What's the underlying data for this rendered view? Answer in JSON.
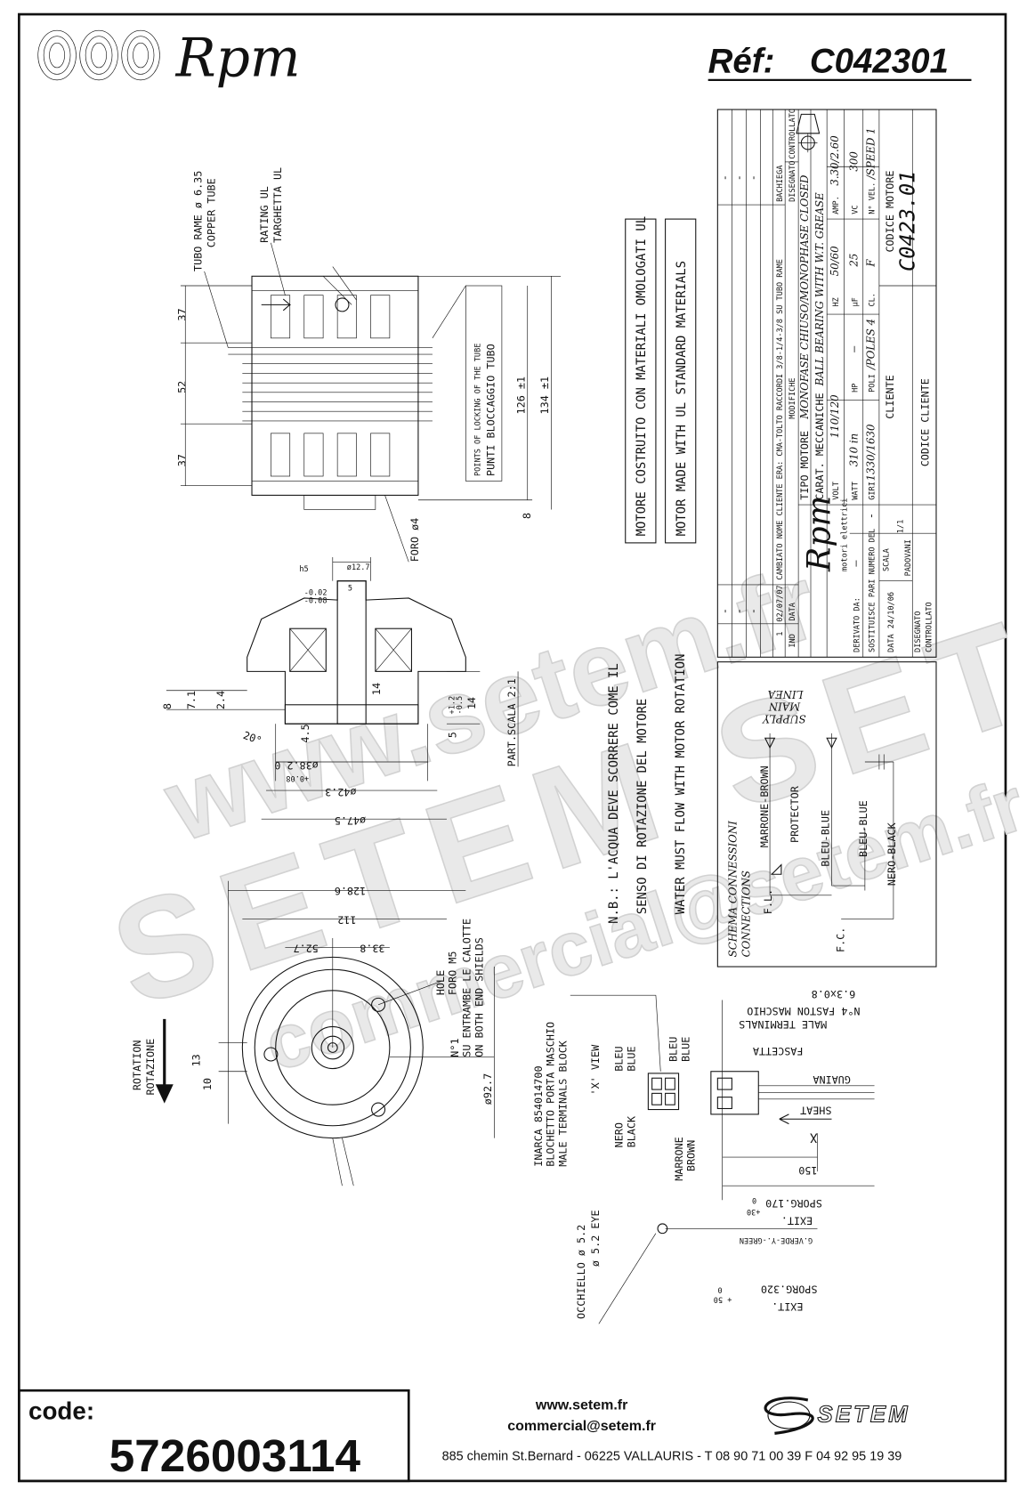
{
  "header": {
    "brand": "Rpm",
    "ref_label": "Réf:",
    "ref_value": "C042301"
  },
  "watermark": {
    "site": "www.setem.fr",
    "brand": "SETEM SETEM",
    "email": "commercial@setem.fr"
  },
  "side_view": {
    "tube_label": "TUBO RAME ø 6.35",
    "tube_label_en": "COPPER TUBE",
    "rating_label_en": "RATING UL",
    "rating_label": "TARGHETTA UL",
    "lock_label_en": "POINTS OF LOCKING OF THE TUBE",
    "lock_label": "PUNTI BLOCCAGGIO TUBO",
    "hole_label": "FORO ø4",
    "dims": [
      "37",
      "52",
      "37",
      "126 ±1",
      "134 ±1",
      "8"
    ]
  },
  "section": {
    "scale_label": "PART.SCALA 2:1",
    "dims": [
      "ø12.7",
      "h5",
      "-0.02",
      "-0.08",
      "5",
      "2.4",
      "8",
      "7.1",
      "20°",
      "4.5",
      "14",
      "14",
      "+1.2",
      "-0.5",
      "5",
      "ø38.2 0",
      "+0.08",
      "ø42.3",
      "ø47.5"
    ]
  },
  "notes": {
    "ul_it": "MOTORE COSTRUITO CON MATERIALI OMOLOGATI UL",
    "ul_en": "MOTOR MADE WITH UL STANDARD MATERIALS",
    "nb_1": "N.B.: L'ACQUA DEVE SCORRERE COME IL",
    "nb_2": "SENSO DI ROTAZIONE DEL MOTORE",
    "nb_3": "WATER MUST FLOW WITH MOTOR ROTATION"
  },
  "end_view": {
    "dims": [
      "128.6",
      "112",
      "52.7",
      "33.8",
      "13",
      "10",
      "ø92.7"
    ],
    "hole_1": "HOLE",
    "hole_2": "FORO M5",
    "hole_3": "N°1",
    "hole_4": "SU ENTRAMBE LE CALOTTE",
    "hole_5": "ON BOTH END SHIELDS",
    "rotation_en": "ROTATION",
    "rotation_it": "ROTAZIONE"
  },
  "connector": {
    "part": "INARCA 854014700",
    "block_it": "BLOCHETTO PORTA MASCHIO",
    "block_en": "MALE TERMINALS BLOCK",
    "view": "'X' VIEW",
    "bleu1": "BLEU",
    "blue1": "BLUE",
    "bleu2": "BLEU",
    "blue2": "BLUE",
    "nero": "NERO",
    "black": "BLACK",
    "marrone": "MARRONE",
    "brown": "BROWN",
    "terminal_size": "6.3x0.8",
    "faston": "N°4 FASTON MASCHIO",
    "male_terminals": "MALE TERMINALS",
    "fascetta": "FASCETTA",
    "guaina": "GUAINA",
    "sheat": "SHEAT",
    "x": "X",
    "len150": "150",
    "exit1": "EXIT.",
    "sporg1": "SPORG.170",
    "tol1a": "+30",
    "tol1b": "0",
    "green": "G.VERDE-Y.-GREEN",
    "exit2": "EXIT.",
    "sporg2": "SPORG.320",
    "tol2a": "+ 50",
    "tol2b": "0",
    "eye_it": "OCCHIELLO ø 5.2",
    "eye_en": "ø 5.2 EYE"
  },
  "schema": {
    "title_it": "SCHEMA CONNESSIONI",
    "title_en": "CONNECTIONS",
    "linea": "LINEA",
    "main": "MAIN",
    "supply": "SUPPLY",
    "brown": "MARRONE-BROWN",
    "protector": "PROTECTOR",
    "blue1": "BLEU-BLUE",
    "blue2": "BLEU-BLUE",
    "black": "NERO-BLACK",
    "fl": "F.L.",
    "fc": "F.C."
  },
  "title_block": {
    "rev_dash": "-",
    "rev1": {
      "ind": "1",
      "date": "02/07/07",
      "text": "CAMBIATO NOME CLIENTE ERA: CMA-TOLTO RACCORDI 3/8-1/4-3/8 SU TUBO RAME"
    },
    "hdr_ind": "IND",
    "hdr_data": "DATA",
    "hdr_mod": "MODIFICHE",
    "bachiega": "BACHIEGA",
    "disegnato_lbl": "DISEGNATO",
    "controllato_lbl": "CONTROLLATO",
    "logo": "Rpm",
    "logo_sub": "motori elettrici",
    "derivato": "DERIVATO DA:",
    "derivato_val": "—",
    "sostituisce": "SOSTITUISCE PARI NUMERO DEL",
    "sostituisce_val": "-",
    "data": "DATA",
    "data_val": "24/10/06",
    "scala": "SCALA",
    "scala_val": "1/1",
    "disegnato": "DISEGNATO",
    "disegnato_val": "PADOVANI",
    "controllato": "CONTROLLATO",
    "tipo": "TIPO MOTORE",
    "tipo_val": "MONOFASE CHIUSO/MONOPHASE CLOSED",
    "carat": "CARAT. MECCANICHE",
    "carat_val": "BALL BEARING WITH W.T. GREASE",
    "volt": "VOLT",
    "volt_val": "110/120",
    "hz": "HZ",
    "hz_val": "50/60",
    "amp": "AMP.",
    "amp_val": "3.30/2.60",
    "watt": "WATT",
    "watt_val": "310 in",
    "hp": "HP",
    "hp_val": "—",
    "uf": "µF",
    "uf_val": "25",
    "vc": "VC",
    "vc_val": "300",
    "giri": "GIRI",
    "giri_val": "1330/1630",
    "poli": "POLI",
    "poli_val": "/POLES 4",
    "cl": "CL.",
    "cl_val": "F",
    "vel": "N° VEL.",
    "vel_val": "/SPEED 1",
    "cliente": "CLIENTE",
    "codice_motore": "CODICE MOTORE",
    "codice_motore_val": "C0423.01",
    "codice_cliente": "CODICE CLIENTE"
  },
  "footer": {
    "code_label": "code:",
    "code_value": "5726003114",
    "web": "www.setem.fr",
    "email": "commercial@setem.fr",
    "address": "885 chemin St.Bernard  -  06225 VALLAURIS  -  T 08 90 71 00 39   F 04 92 95 19 39",
    "logo": "SETEM"
  }
}
